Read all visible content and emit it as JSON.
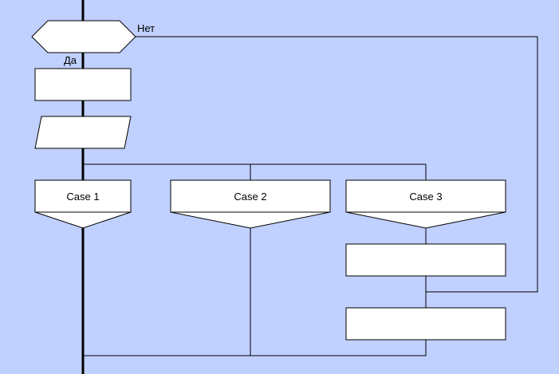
{
  "diagram": {
    "type": "flowchart (DRAKON-style)",
    "background_color": "#c0d0ff",
    "loop_condition": {
      "shape": "hexagon",
      "text": "",
      "no_label": "Нет",
      "yes_label": "Да"
    },
    "action_1": {
      "shape": "rectangle",
      "text": ""
    },
    "io_1": {
      "shape": "parallelogram",
      "text": ""
    },
    "cases": [
      {
        "label": "Case 1"
      },
      {
        "label": "Case 2"
      },
      {
        "label": "Case 3"
      }
    ],
    "case3_action_1": {
      "shape": "rectangle",
      "text": ""
    },
    "case3_action_2": {
      "shape": "rectangle",
      "text": ""
    }
  }
}
